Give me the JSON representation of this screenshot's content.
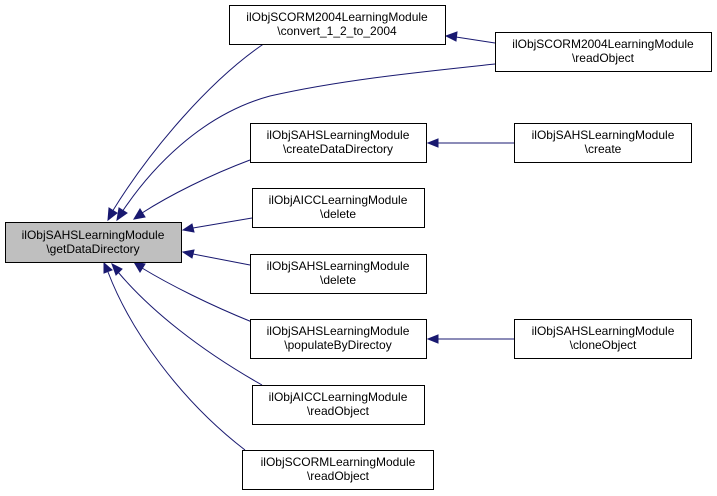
{
  "graph": {
    "root": {
      "line1": "ilObjSAHSLearningModule",
      "line2": "\\getDataDirectory"
    },
    "nodes": {
      "scorm2004_convert": {
        "line1": "ilObjSCORM2004LearningModule",
        "line2": "\\convert_1_2_to_2004"
      },
      "scorm2004_read": {
        "line1": "ilObjSCORM2004LearningModule",
        "line2": "\\readObject"
      },
      "sahs_createdir": {
        "line1": "ilObjSAHSLearningModule",
        "line2": "\\createDataDirectory"
      },
      "sahs_create": {
        "line1": "ilObjSAHSLearningModule",
        "line2": "\\create"
      },
      "aicc_delete": {
        "line1": "ilObjAICCLearningModule",
        "line2": "\\delete"
      },
      "sahs_delete": {
        "line1": "ilObjSAHSLearningModule",
        "line2": "\\delete"
      },
      "sahs_populate": {
        "line1": "ilObjSAHSLearningModule",
        "line2": "\\populateByDirectoy"
      },
      "sahs_clone": {
        "line1": "ilObjSAHSLearningModule",
        "line2": "\\cloneObject"
      },
      "aicc_read": {
        "line1": "ilObjAICCLearningModule",
        "line2": "\\readObject"
      },
      "scorm_read": {
        "line1": "ilObjSCORMLearningModule",
        "line2": "\\readObject"
      }
    },
    "edge_color": "#191970",
    "root_fill": "#bfbfbf"
  }
}
